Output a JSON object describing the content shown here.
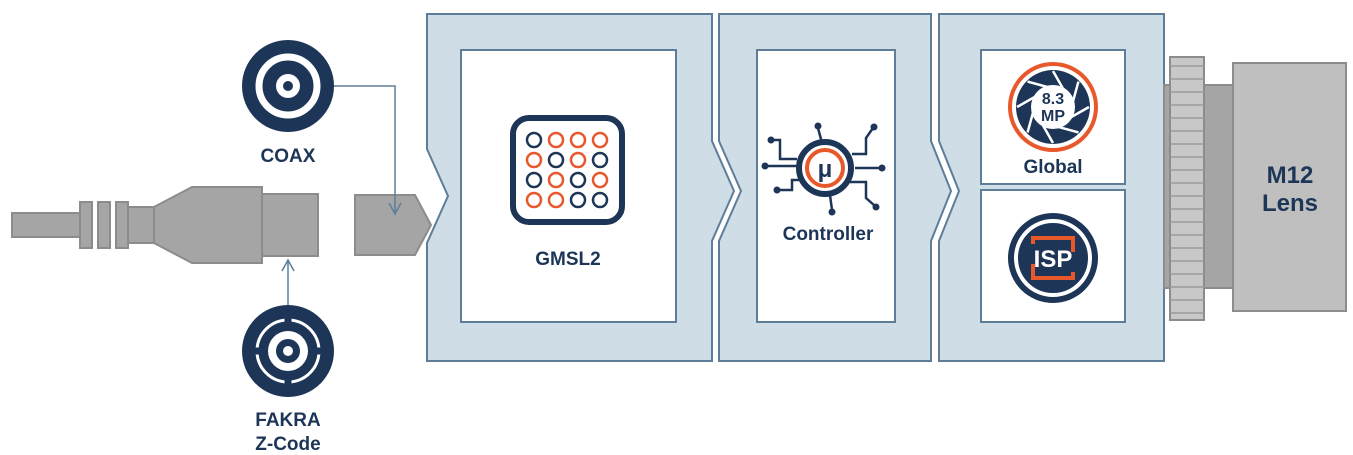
{
  "labels": {
    "coax": "COAX",
    "fakra_line1": "FAKRA",
    "fakra_line2": "Z-Code",
    "gmsl2": "GMSL2",
    "mu": "μ",
    "controller": "Controller",
    "mp_line1": "8.3",
    "mp_line2": "MP",
    "global": "Global",
    "isp": "ISP",
    "lens_line1": "M12",
    "lens_line2": "Lens"
  },
  "colors": {
    "navy": "#1d3557",
    "orange": "#e8582a",
    "panel_fill": "#cfdde7",
    "panel_stroke": "#5e7d99",
    "gray_fill": "#a5a5a5",
    "gray_stroke": "#8c8c8c",
    "lens_fill": "#bfbfbf"
  },
  "icons": {
    "coax": "coax-connector-icon",
    "fakra": "fakra-connector-icon",
    "gmsl2": "gmsl2-chip-icon",
    "controller": "microcontroller-icon",
    "sensor": "aperture-icon",
    "isp": "isp-icon"
  },
  "gmsl2_grid": [
    [
      "navy",
      "orange",
      "orange",
      "orange"
    ],
    [
      "orange",
      "navy",
      "orange",
      "navy"
    ],
    [
      "navy",
      "orange",
      "navy",
      "orange"
    ],
    [
      "orange",
      "orange",
      "navy",
      "navy"
    ]
  ]
}
